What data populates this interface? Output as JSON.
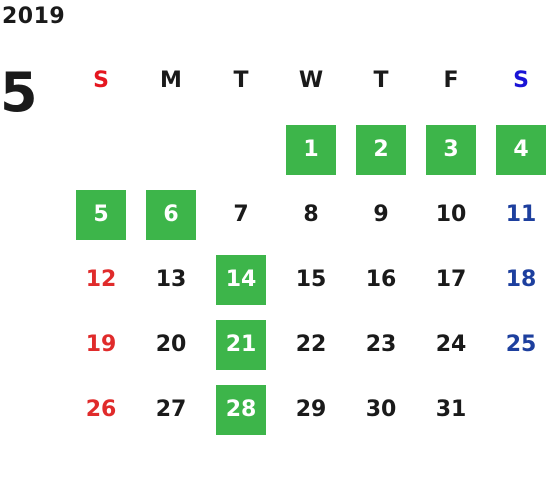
{
  "calendar": {
    "year": "2019",
    "month": "5",
    "weekdays": [
      "S",
      "M",
      "T",
      "W",
      "T",
      "F",
      "S"
    ],
    "colors": {
      "highlight": "#3db54a",
      "sunday": "#e02b2b",
      "saturday": "#1d3f9e",
      "text": "#1a1a1a"
    },
    "first_weekday_index": 3,
    "days_in_month": 31,
    "highlighted_days": [
      1,
      2,
      3,
      4,
      5,
      6,
      14,
      21,
      28
    ]
  }
}
